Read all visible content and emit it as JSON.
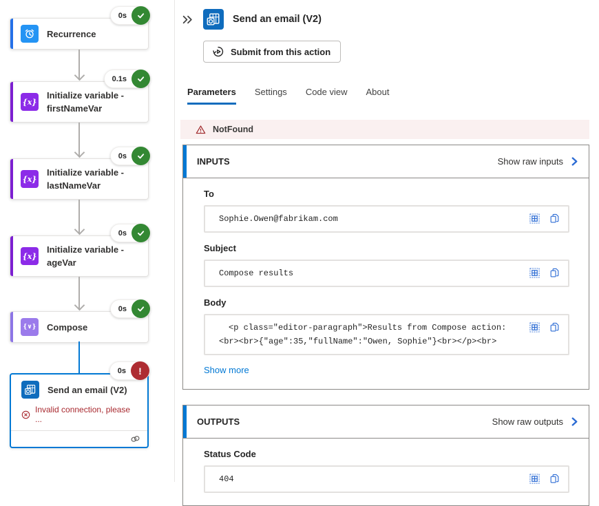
{
  "colors": {
    "brand_blue": "#0078D4",
    "tab_underline": "#0F6CBD",
    "success_green": "#338833",
    "error_red": "#AE2C32",
    "alert_bg": "#FAF0F0",
    "alert_icon": "#9F282B",
    "recurrence_accent": "#2470E8",
    "recurrence_icon_bg": "#2494F4",
    "variable_accent": "#7C1FD1",
    "variable_icon_bg": "#8C2BE8",
    "compose_accent": "#8D75E6",
    "compose_icon_bg": "#9B7BEB",
    "outlook_icon_bg": "#0F6CBD"
  },
  "workflow": {
    "variable_glyph": "{x}",
    "compose_glyph": "{∨}",
    "nodes": [
      {
        "title": "Recurrence",
        "duration": "0s",
        "status": "success"
      },
      {
        "title": "Initialize variable - firstNameVar",
        "duration": "0.1s",
        "status": "success"
      },
      {
        "title": "Initialize variable - lastNameVar",
        "duration": "0s",
        "status": "success"
      },
      {
        "title": "Initialize variable - ageVar",
        "duration": "0s",
        "status": "success"
      },
      {
        "title": "Compose",
        "duration": "0s",
        "status": "success"
      },
      {
        "title": "Send an email (V2)",
        "duration": "0s",
        "status": "error",
        "error_message": "Invalid connection, please ..."
      }
    ]
  },
  "panel": {
    "title": "Send an email (V2)",
    "submit_button": "Submit from this action",
    "tabs": [
      {
        "label": "Parameters",
        "active": true
      },
      {
        "label": "Settings",
        "active": false
      },
      {
        "label": "Code view",
        "active": false
      },
      {
        "label": "About",
        "active": false
      }
    ],
    "alert": "NotFound",
    "inputs": {
      "heading": "INPUTS",
      "raw_link": "Show raw inputs",
      "fields": [
        {
          "label": "To",
          "value": "Sophie.Owen@fabrikam.com"
        },
        {
          "label": "Subject",
          "value": "Compose results"
        },
        {
          "label": "Body",
          "value": "<p class=\"editor-paragraph\">Results from Compose action: <br><br>{\"age\":35,\"fullName\":\"Owen, Sophie\"}<br></p><br>"
        }
      ],
      "show_more": "Show more"
    },
    "outputs": {
      "heading": "OUTPUTS",
      "raw_link": "Show raw outputs",
      "fields": [
        {
          "label": "Status Code",
          "value": "404"
        }
      ]
    }
  }
}
